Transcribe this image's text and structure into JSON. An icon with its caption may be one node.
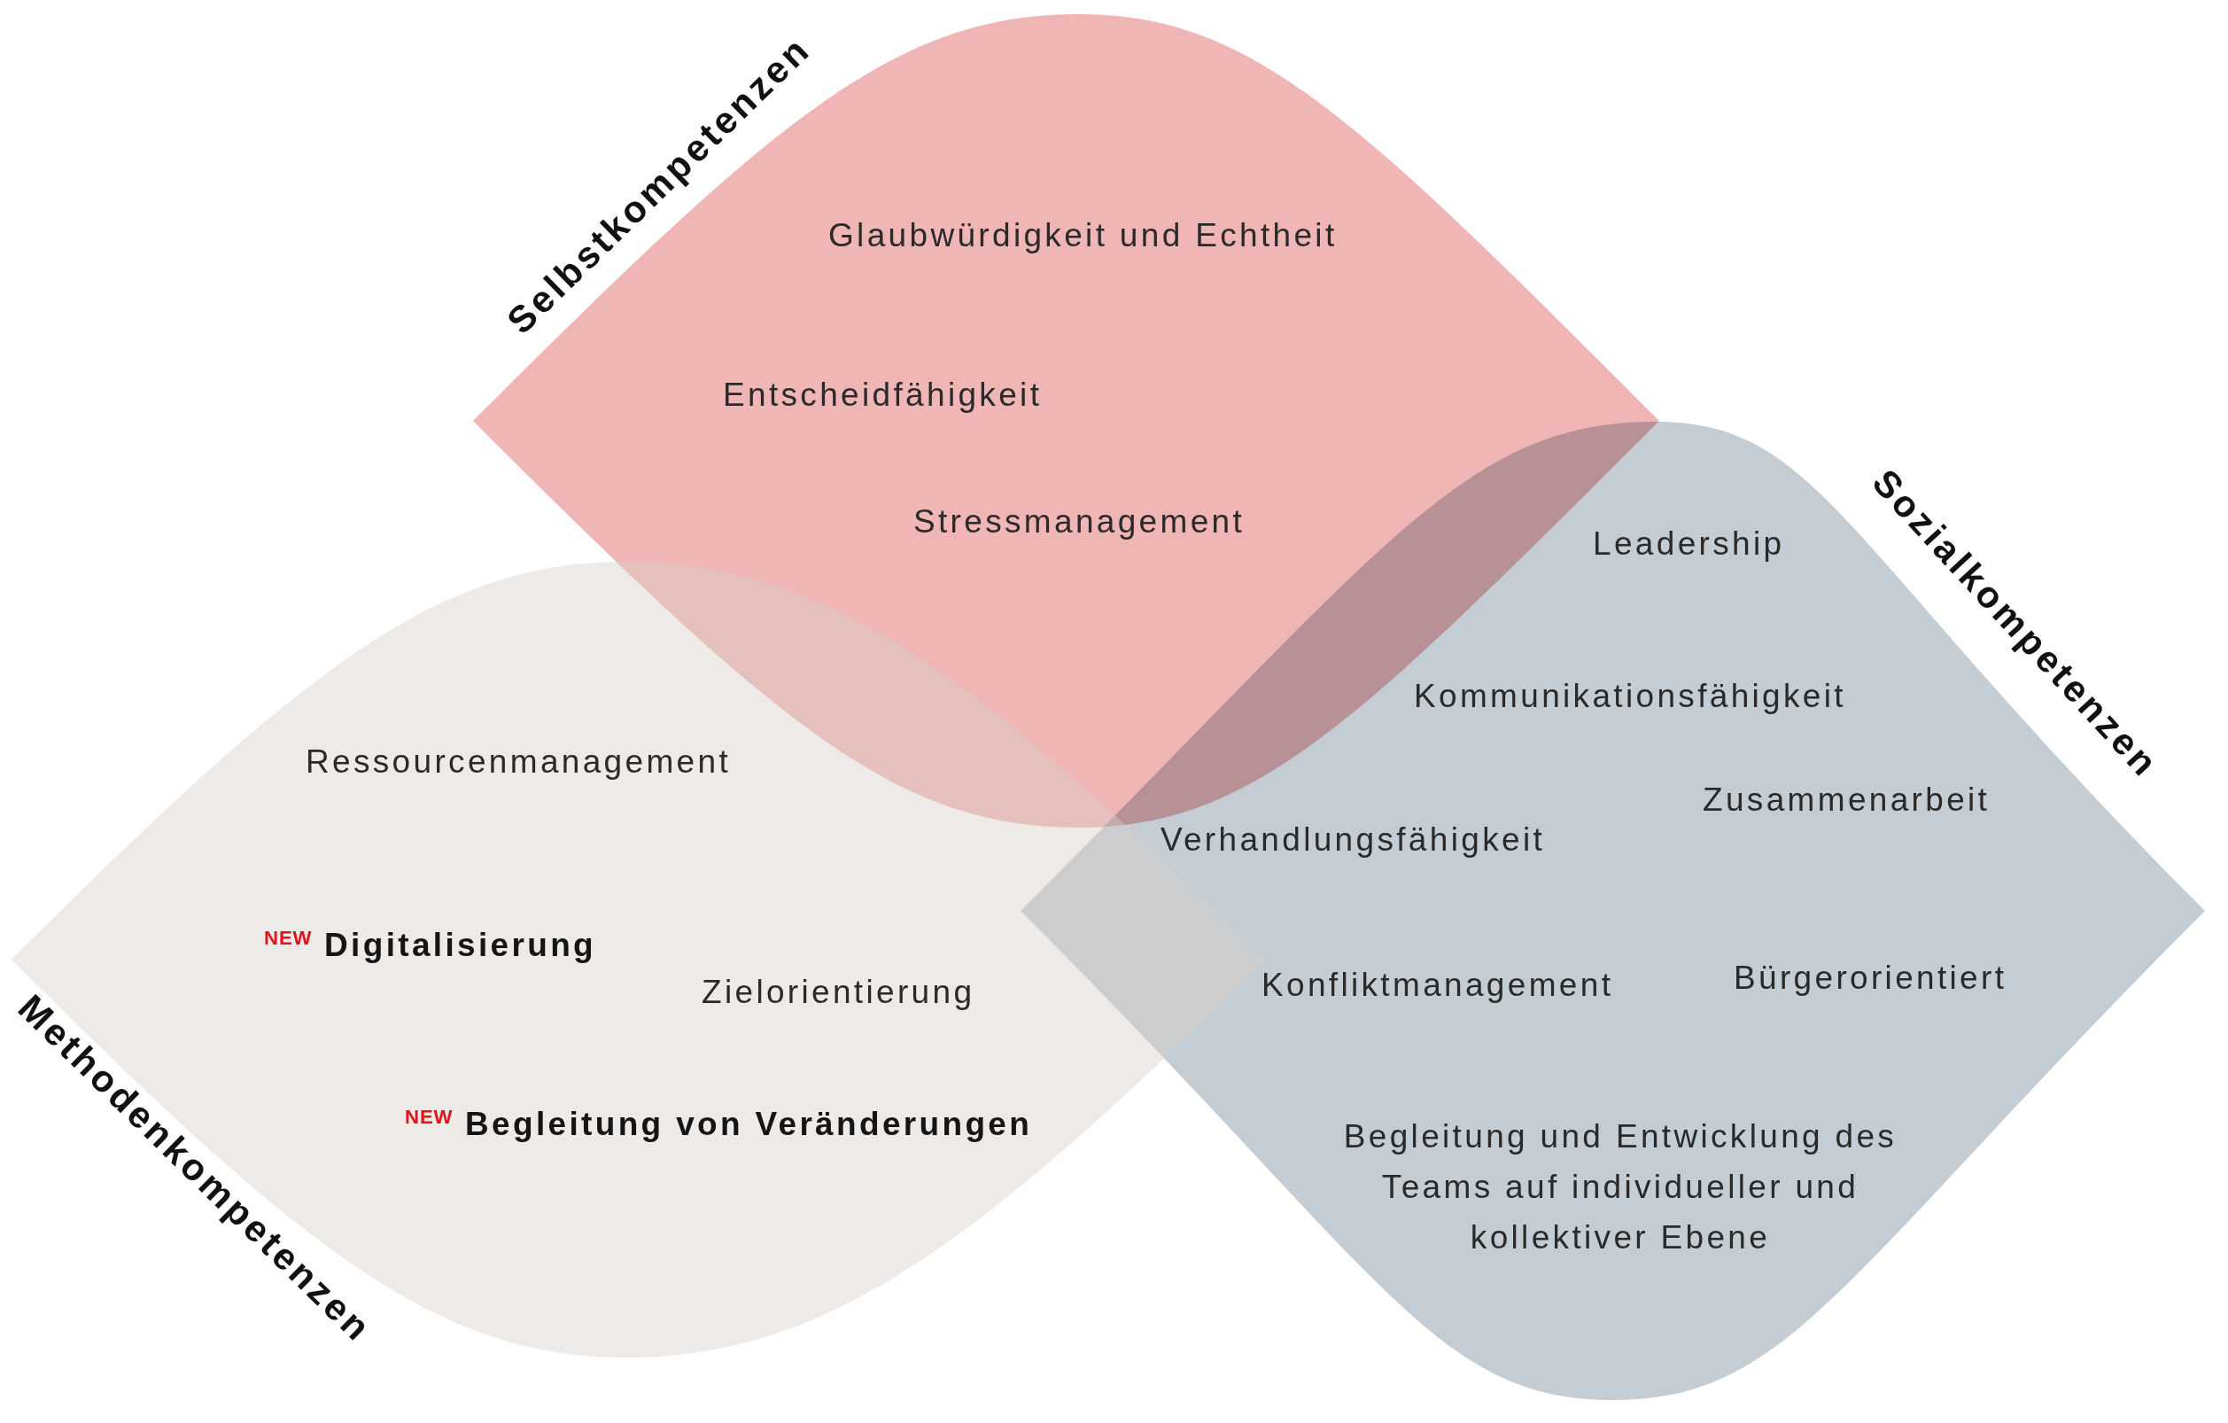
{
  "diagram": {
    "nodes": [
      {
        "text": [
          "Selbstkompetenzen",
          "Glaubwürdigkeit und Echtheit",
          "Entscheidfähigkeit",
          "Stressmanagement"
        ]
      },
      {
        "text": [
          "Sozialkompetenzen",
          "Leadership",
          "Kommunikationsfähigkeit",
          "Zusammenarbeit",
          "Verhandlungsfähigkeit",
          "Konfliktmanagement",
          "Bürgerorientiert",
          "Begleitung und Entwicklung des Teams auf individueller und kollektiver Ebene"
        ]
      },
      {
        "text": [
          "Methodenkompetenzen",
          "Ressourcenmanagement",
          "$^{NEW}$ **Digitalisierung**",
          "Zielorientierung",
          "$^{NEW}$ **Begleitung von Veränderungen**"
        ]
      }
    ]
  }
}
